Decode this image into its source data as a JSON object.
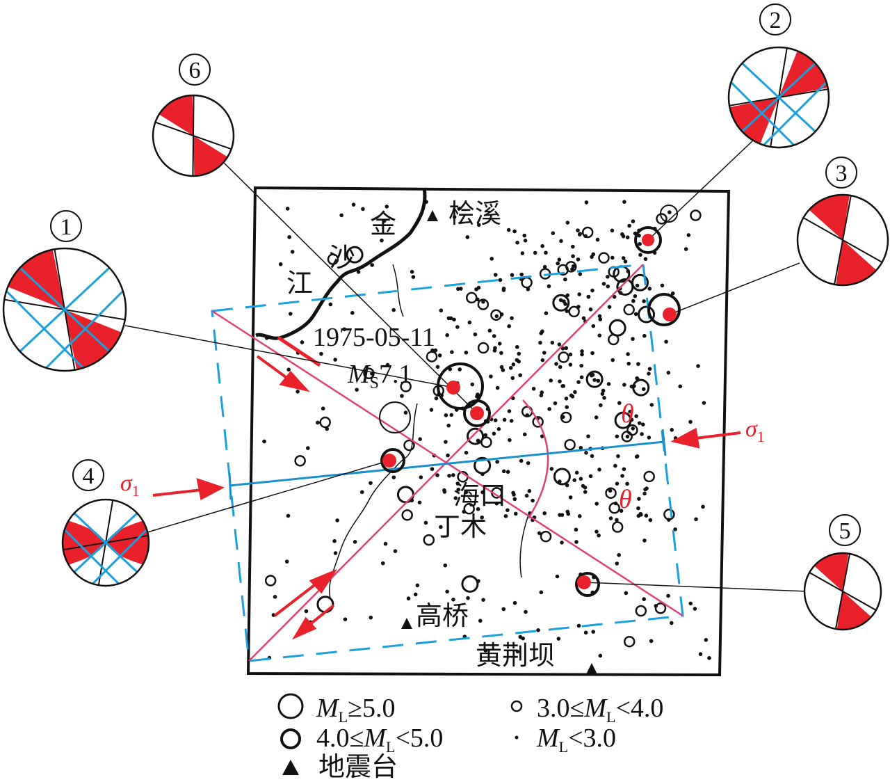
{
  "colors": {
    "red": "#e8212a",
    "blue": "#1aa0dc",
    "pink": "#e0407a",
    "black": "#111111"
  },
  "places": {
    "huixi": "桧溪",
    "jin": "金",
    "sha": "沙",
    "jiang": "江",
    "haikou": "海口",
    "dingmu": "丁木",
    "gaoqiao": "高桥",
    "huangjingba": "黄荆坝"
  },
  "event": {
    "date": "1975-05-11",
    "mag_symbol": "M",
    "mag_sub": "S",
    "mag_value": "7.1"
  },
  "stress": {
    "sigma": "σ",
    "sub": "1",
    "theta": "θ"
  },
  "mechanisms": [
    {
      "id": "1"
    },
    {
      "id": "2"
    },
    {
      "id": "3"
    },
    {
      "id": "4"
    },
    {
      "id": "5"
    },
    {
      "id": "6"
    }
  ],
  "legend": {
    "ml_symbol": "M",
    "ml_sub": "L",
    "ge5": "≥5.0",
    "r45_pre": "4.0≤",
    "r45_post": "<5.0",
    "r34_pre": "3.0≤",
    "r34_post": "<4.0",
    "lt3": "<3.0",
    "station": "地震台"
  }
}
